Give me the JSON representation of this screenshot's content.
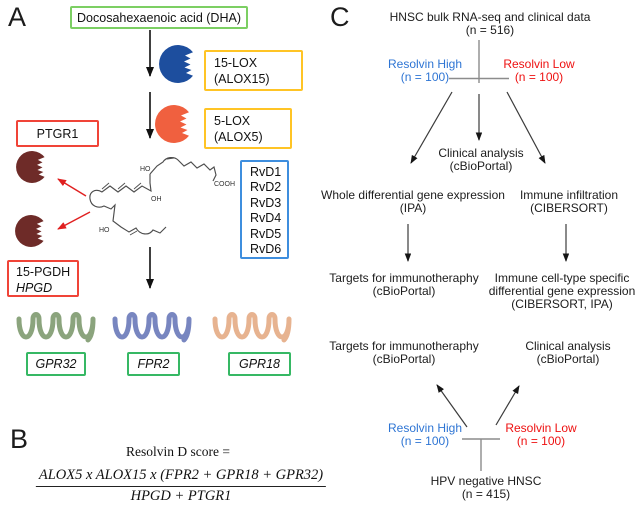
{
  "colors": {
    "green_box_light": "#7ccf63",
    "green_box": "#36b864",
    "yellow_box": "#ffc425",
    "red_box": "#f04438",
    "blue_box": "#3e8ede",
    "blue_text": "#2e75d4",
    "red_text": "#ee1111",
    "enzyme_15lox_blue": "#1d4e9e",
    "enzyme_5lox_orange": "#f0603f",
    "enzyme_degrading_maroon": "#6e2b28",
    "receptor_gpr32_green": "#8ba47d",
    "receptor_fpr2_blue": "#7886c0",
    "receptor_gpr18_tan": "#e7b390"
  },
  "panelA": {
    "label": "A",
    "dha_label": "Docosahexaenoic acid (DHA)",
    "lox15": {
      "line1": "15-LOX",
      "line2": "(ALOX15)"
    },
    "lox5": {
      "line1": "5-LOX",
      "line2": "(ALOX5)"
    },
    "ptgr1_label": "PTGR1",
    "pgdh": {
      "line1": "15-PGDH",
      "line2": "HPGD"
    },
    "rvd_list": [
      "RvD1",
      "RvD2",
      "RvD3",
      "RvD4",
      "RvD5",
      "RvD6"
    ],
    "molecule": {
      "ho_top": "HO",
      "oh_mid": "OH",
      "ho_bottom": "HO",
      "cooh": "COOH"
    },
    "receptors": [
      {
        "label": "GPR32"
      },
      {
        "label": "FPR2"
      },
      {
        "label": "GPR18"
      }
    ]
  },
  "panelB": {
    "label": "B",
    "title": "Resolvin D score =",
    "numerator": "ALOX5 x ALOX15 x (FPR2 + GPR18 +  GPR32)",
    "denominator": "HPGD + PTGR1"
  },
  "panelC": {
    "label": "C",
    "top_node": {
      "line1": "HNSC bulk RNA-seq and clinical data",
      "line2": "(n = 516)"
    },
    "resolvin_high_top": {
      "line1": "Resolvin High",
      "line2": "(n = 100)"
    },
    "resolvin_low_top": {
      "line1": "Resolvin Low",
      "line2": "(n = 100)"
    },
    "clinical_top": {
      "line1": "Clinical analysis",
      "line2": "(cBioPortal)"
    },
    "wdge": {
      "line1": "Whole differential gene expression",
      "line2": "(IPA)"
    },
    "immune_infiltration": {
      "line1": "Immune infiltration",
      "line2": "(CIBERSORT)"
    },
    "targets_top": {
      "line1": "Targets for immunotheraphy",
      "line2": "(cBioPortal)"
    },
    "immune_celltype": {
      "line1": "Immune cell-type specific",
      "line2": "differential gene expression",
      "line3": "(CIBERSORT, IPA)"
    },
    "targets_bottom": {
      "line1": "Targets for immunotheraphy",
      "line2": "(cBioPortal)"
    },
    "clinical_bottom": {
      "line1": "Clinical analysis",
      "line2": "(cBioPortal)"
    },
    "resolvin_high_bottom": {
      "line1": "Resolvin High",
      "line2": "(n = 100)"
    },
    "resolvin_low_bottom": {
      "line1": "Resolvin Low",
      "line2": "(n = 100)"
    },
    "hpv_node": {
      "line1": "HPV negative HNSC",
      "line2": "(n = 415)"
    }
  }
}
